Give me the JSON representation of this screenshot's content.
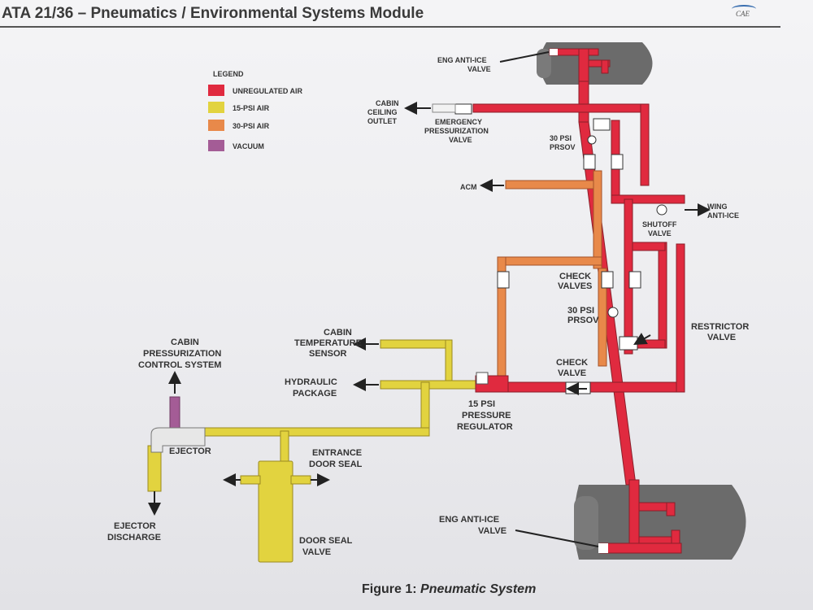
{
  "header": {
    "title": "ATA 21/36 – Pneumatics / Environmental Systems Module",
    "logo": "CAE"
  },
  "legend": {
    "title": "LEGEND",
    "items": [
      {
        "label": "UNREGULATED AIR",
        "color": "#e02a3f"
      },
      {
        "label": "15-PSI AIR",
        "color": "#e2d33f"
      },
      {
        "label": "30-PSI AIR",
        "color": "#e8894a"
      },
      {
        "label": "VACUUM",
        "color": "#a45c96"
      }
    ]
  },
  "labels": {
    "eng_anti_ice_top": "ENG ANTI-ICE",
    "valve_top": "VALVE",
    "cabin": "CABIN",
    "ceiling": "CEILING",
    "outlet": "OUTLET",
    "emergency": "EMERGENCY",
    "pressurization": "PRESSURIZATION",
    "valve_emerg": "VALVE",
    "psi30_a": "30 PSI",
    "prsov_a": "PRSOV",
    "acm": "ACM",
    "wing": "WING",
    "anti_ice": "ANTI-ICE",
    "shutoff": "SHUTOFF",
    "valve_shutoff": "VALVE",
    "check": "CHECK",
    "valves": "VALVES",
    "psi30_b": "30 PSI",
    "prsov_b": "PRSOV",
    "restrictor": "RESTRICTOR",
    "valve_restrictor": "VALVE",
    "check2": "CHECK",
    "valve_check": "VALVE",
    "cabin_temp1": "CABIN",
    "cabin_temp2": "TEMPERATURE",
    "cabin_temp3": "SENSOR",
    "hydraulic": "HYDRAULIC",
    "package": "PACKAGE",
    "psi15": "15 PSI",
    "pressure": "PRESSURE",
    "regulator": "REGULATOR",
    "cpcs1": "CABIN",
    "cpcs2": "PRESSURIZATION",
    "cpcs3": "CONTROL SYSTEM",
    "ejector": "EJECTOR",
    "entrance": "ENTRANCE",
    "door_seal": "DOOR SEAL",
    "ejector_d1": "EJECTOR",
    "ejector_d2": "DISCHARGE",
    "door_seal_v1": "DOOR SEAL",
    "door_seal_v2": "VALVE",
    "eng_anti_ice_bot": "ENG ANTI-ICE",
    "valve_bot": "VALVE"
  },
  "caption": {
    "prefix": "Figure 1:",
    "title": "Pneumatic System"
  }
}
